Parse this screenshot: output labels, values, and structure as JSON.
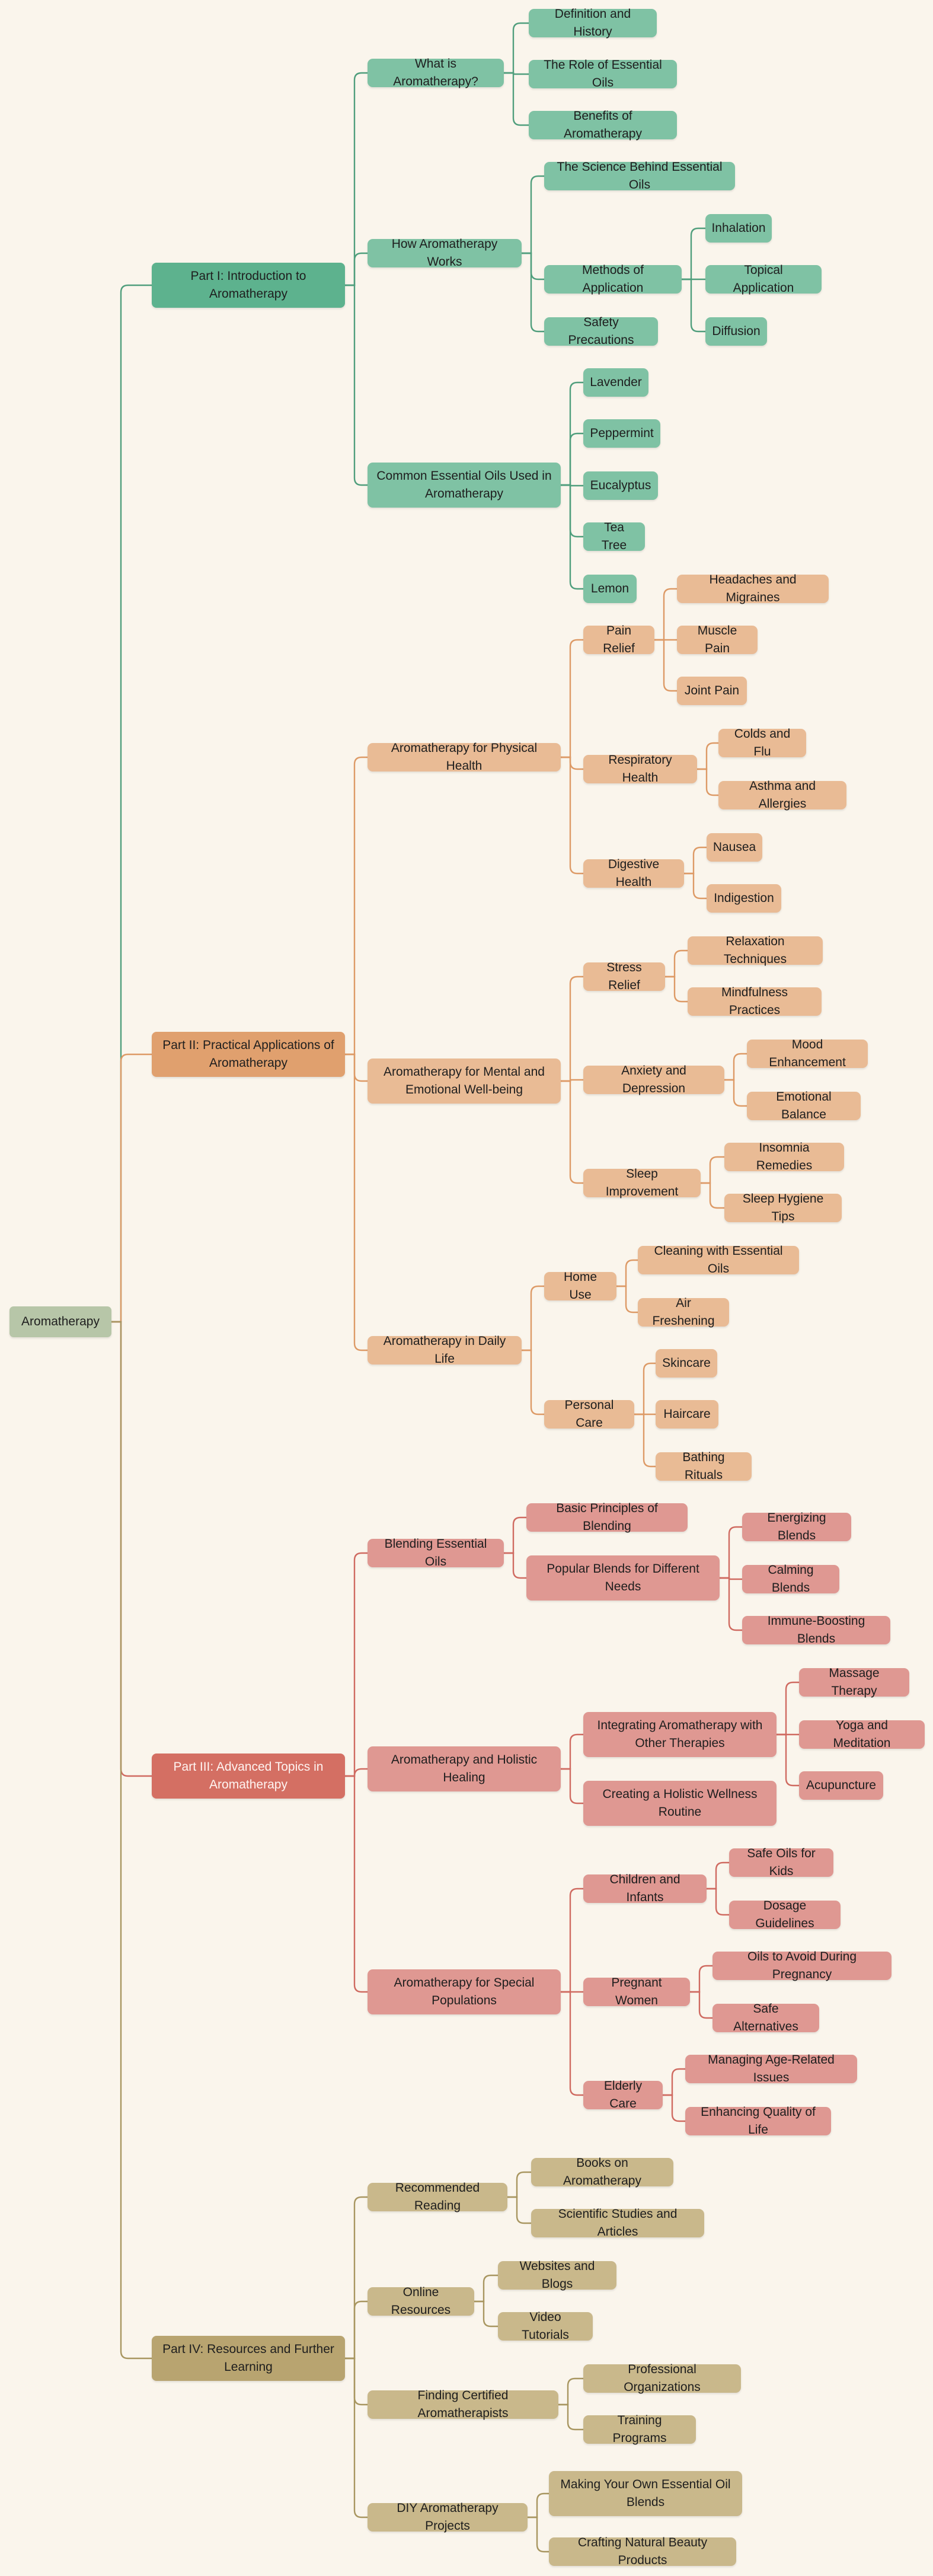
{
  "colors": {
    "background": "#faf5ec",
    "root": "#b7c6a8",
    "green_main": "#5db28e",
    "green": "#7fc2a4",
    "orange_main": "#e0a06e",
    "orange": "#e9bb95",
    "red_main": "#d46f63",
    "red": "#df9892",
    "olive_main": "#b8a470",
    "olive": "#c9b88b"
  },
  "nodes": {
    "root": "Aromatherapy",
    "p1": "Part I: Introduction to Aromatherapy",
    "p1a": "What is Aromatherapy?",
    "p1a1": "Definition and History",
    "p1a2": "The Role of Essential Oils",
    "p1a3": "Benefits of Aromatherapy",
    "p1b": "How Aromatherapy Works",
    "p1b1": "The Science Behind Essential Oils",
    "p1b2": "Methods of Application",
    "p1b2a": "Inhalation",
    "p1b2b": "Topical Application",
    "p1b2c": "Diffusion",
    "p1b3": "Safety Precautions",
    "p1c": "Common Essential Oils Used in Aromatherapy",
    "p1c1": "Lavender",
    "p1c2": "Peppermint",
    "p1c3": "Eucalyptus",
    "p1c4": "Tea Tree",
    "p1c5": "Lemon",
    "p2": "Part II: Practical Applications of Aromatherapy",
    "p2a": "Aromatherapy for Physical Health",
    "p2a1": "Pain Relief",
    "p2a1a": "Headaches and Migraines",
    "p2a1b": "Muscle Pain",
    "p2a1c": "Joint Pain",
    "p2a2": "Respiratory Health",
    "p2a2a": "Colds and Flu",
    "p2a2b": "Asthma and Allergies",
    "p2a3": "Digestive Health",
    "p2a3a": "Nausea",
    "p2a3b": "Indigestion",
    "p2b": "Aromatherapy for Mental and Emotional Well-being",
    "p2b1": "Stress Relief",
    "p2b1a": "Relaxation Techniques",
    "p2b1b": "Mindfulness Practices",
    "p2b2": "Anxiety and Depression",
    "p2b2a": "Mood Enhancement",
    "p2b2b": "Emotional Balance",
    "p2b3": "Sleep Improvement",
    "p2b3a": "Insomnia Remedies",
    "p2b3b": "Sleep Hygiene Tips",
    "p2c": "Aromatherapy in Daily Life",
    "p2c1": "Home Use",
    "p2c1a": "Cleaning with Essential Oils",
    "p2c1b": "Air Freshening",
    "p2c2": "Personal Care",
    "p2c2a": "Skincare",
    "p2c2b": "Haircare",
    "p2c2c": "Bathing Rituals",
    "p3": "Part III: Advanced Topics in Aromatherapy",
    "p3a": "Blending Essential Oils",
    "p3a1": "Basic Principles of Blending",
    "p3a2": "Popular Blends for Different Needs",
    "p3a2a": "Energizing Blends",
    "p3a2b": "Calming Blends",
    "p3a2c": "Immune-Boosting Blends",
    "p3b": "Aromatherapy and Holistic Healing",
    "p3b1": "Integrating Aromatherapy with Other Therapies",
    "p3b1a": "Massage Therapy",
    "p3b1b": "Yoga and Meditation",
    "p3b1c": "Acupuncture",
    "p3b2": "Creating a Holistic Wellness Routine",
    "p3c": "Aromatherapy for Special Populations",
    "p3c1": "Children and Infants",
    "p3c1a": "Safe Oils for Kids",
    "p3c1b": "Dosage Guidelines",
    "p3c2": "Pregnant Women",
    "p3c2a": "Oils to Avoid During Pregnancy",
    "p3c2b": "Safe Alternatives",
    "p3c3": "Elderly Care",
    "p3c3a": "Managing Age-Related Issues",
    "p3c3b": "Enhancing Quality of Life",
    "p4": "Part IV: Resources and Further Learning",
    "p4a": "Recommended Reading",
    "p4a1": "Books on Aromatherapy",
    "p4a2": "Scientific Studies and Articles",
    "p4b": "Online Resources",
    "p4b1": "Websites and Blogs",
    "p4b2": "Video Tutorials",
    "p4c": "Finding Certified Aromatherapists",
    "p4c1": "Professional Organizations",
    "p4c2": "Training Programs",
    "p4d": "DIY Aromatherapy Projects",
    "p4d1": "Making Your Own Essential Oil Blends",
    "p4d2": "Crafting Natural Beauty Products"
  }
}
